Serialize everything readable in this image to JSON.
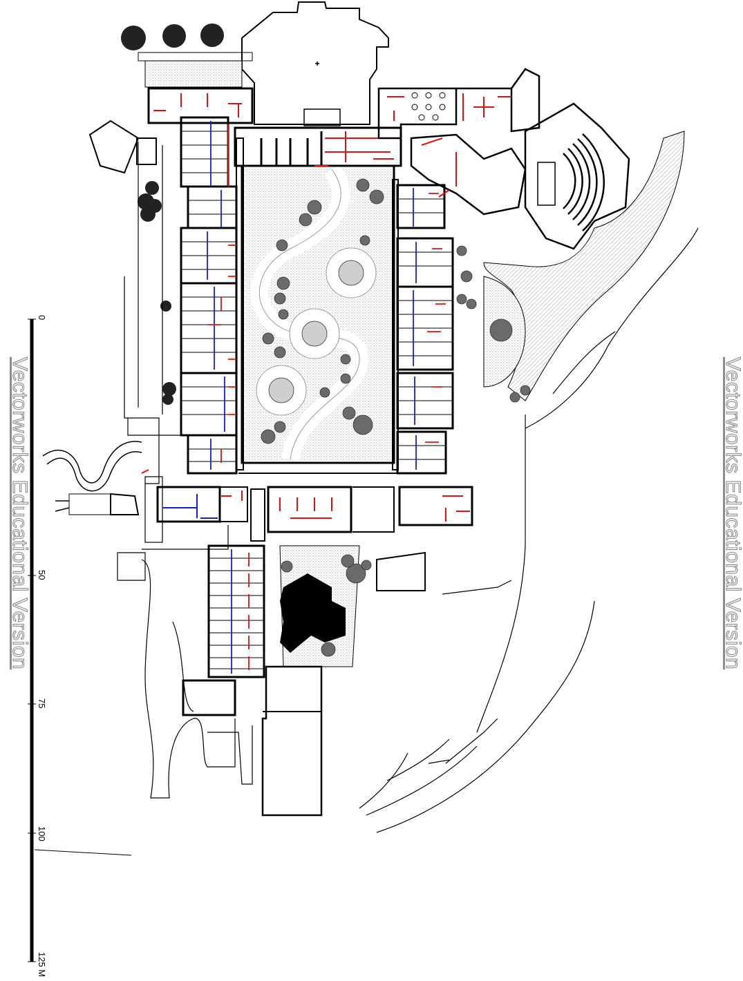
{
  "watermark": {
    "left": "Vectorworks Educational Version",
    "right": "Vectorworks Educational Version"
  },
  "scale_bar": {
    "ticks": [
      "0",
      "50",
      "75",
      "100",
      "125 M"
    ]
  },
  "colors": {
    "walls": "#000000",
    "red_lines": "#e01010",
    "blue_lines": "#1020d0",
    "hatch_fill": "#d9d9d9",
    "courtyard_fill": "#e6e6e6",
    "trees": "#555555",
    "dark_block": "#000000",
    "watermark": "#8c8c8c"
  }
}
